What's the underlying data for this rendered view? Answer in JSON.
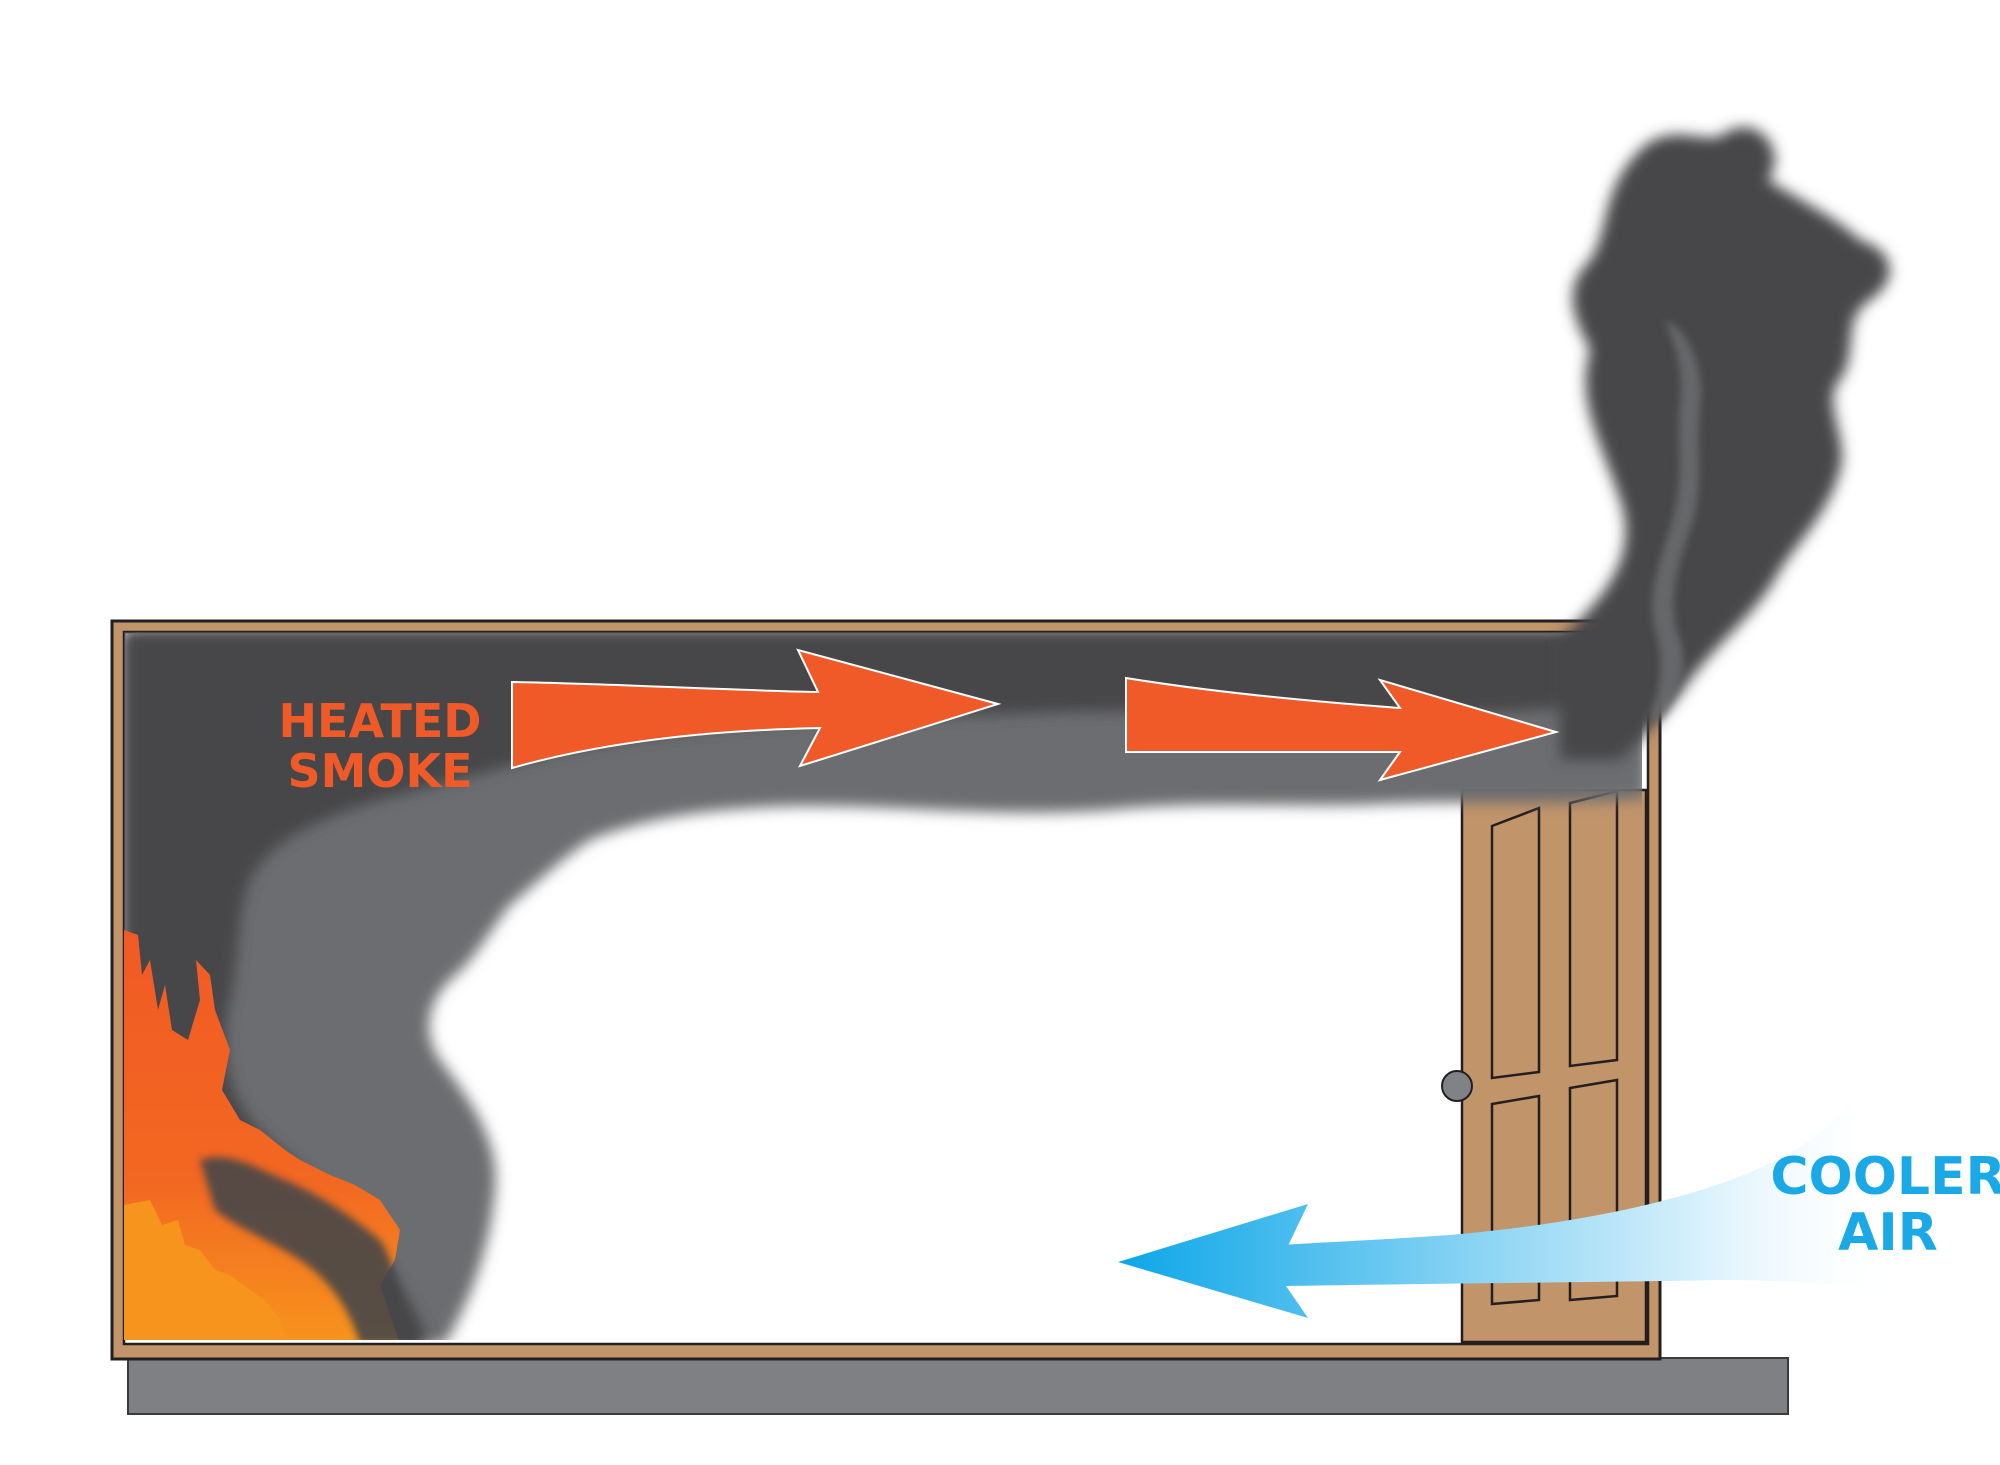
{
  "labels": {
    "heated_smoke_line1": "HEATED",
    "heated_smoke_line2": "SMOKE",
    "cooler_air_line1": "COOLER",
    "cooler_air_line2": "AIR"
  },
  "colors": {
    "heated_smoke_text": "#f05a28",
    "hot_arrow": "#f05a28",
    "cooler_air_text": "#1aa9e6",
    "cool_arrow": "#1eb4ef",
    "room_frame": "#c1946a",
    "door": "#c1946a",
    "smoke_dark": "#47474a",
    "smoke_mid": "#6c6d70",
    "floor_slab": "#7f8083",
    "fire_orange": "#f26722",
    "fire_yellow": "#f7941d"
  }
}
